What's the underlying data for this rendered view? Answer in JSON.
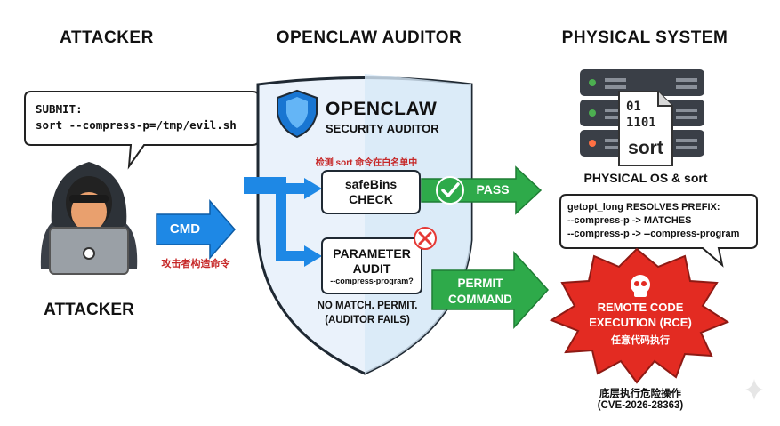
{
  "columns": {
    "attacker": "ATTACKER",
    "auditor": "OPENCLAW AUDITOR",
    "physical": "PHYSICAL SYSTEM"
  },
  "attacker": {
    "bubble_line1": "SUBMIT:",
    "bubble_line2": "sort --compress-p=/tmp/evil.sh",
    "label": "ATTACKER",
    "cmd_arrow": "CMD",
    "cmd_caption": "攻击者构造命令"
  },
  "auditor": {
    "brand": "OPENCLAW",
    "subtitle": "SECURITY AUDITOR",
    "whitelist_note": "检测 sort 命令在白名单中",
    "safebins_line1": "safeBins",
    "safebins_line2": "CHECK",
    "param_line1": "PARAMETER",
    "param_line2": "AUDIT",
    "param_detail": "--compress-program?",
    "fail_line1": "NO MATCH. PERMIT.",
    "fail_line2": "(AUDITOR FAILS)"
  },
  "flow": {
    "pass": "PASS",
    "permit_line1": "PERMIT",
    "permit_line2": "COMMAND"
  },
  "physical": {
    "file_bits1": "01",
    "file_bits2": "1101",
    "file_name": "sort",
    "os_label": "PHYSICAL OS & sort",
    "getopt_line1": "getopt_long RESOLVES PREFIX:",
    "getopt_line2": "--compress-p -> MATCHES",
    "getopt_line3": "--compress-p -> --compress-program",
    "rce_line1": "REMOTE CODE",
    "rce_line2": "EXECUTION (RCE)",
    "rce_cn": "任意代码执行",
    "bottom_cn": "底层执行危险操作",
    "cve": "(CVE-2026-28363)"
  },
  "colors": {
    "blue_arrow": "#1e88e5",
    "green_arrow": "#2eaa4a",
    "red_star": "#e32b22",
    "server_dark": "#3a3f47",
    "shield_fill": "#eaf2fb",
    "note_red": "#c62828"
  },
  "icons": [
    "hooded-attacker-icon",
    "laptop-icon",
    "shield-logo-icon",
    "check-icon",
    "x-icon",
    "server-icon",
    "file-icon",
    "skull-icon",
    "sparkle-icon"
  ]
}
